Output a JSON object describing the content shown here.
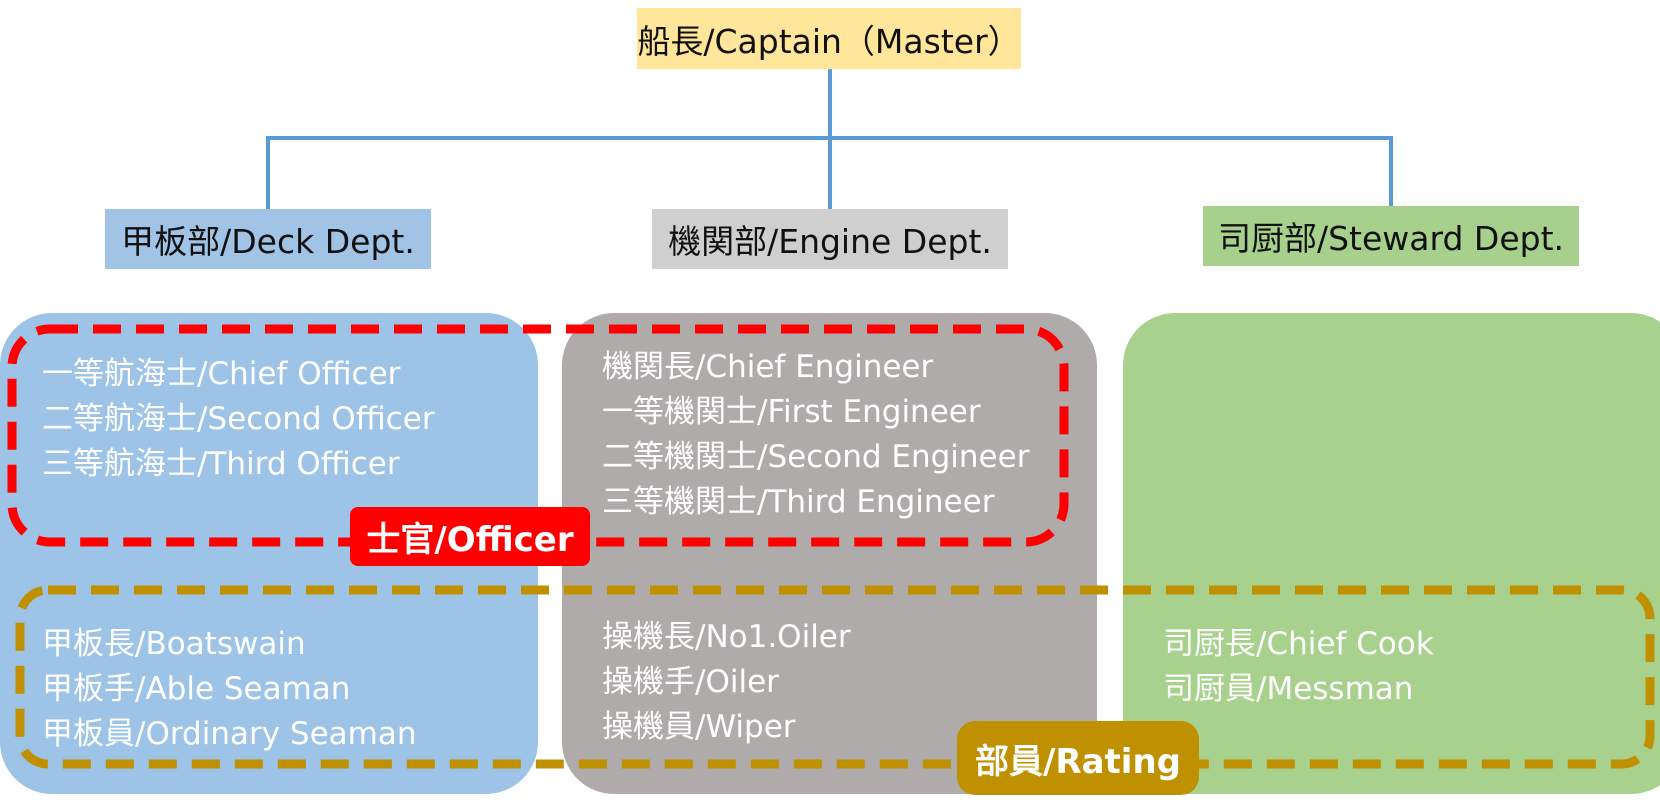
{
  "captain": {
    "label": "船長/Captain（Master）",
    "color": "#ffe69a"
  },
  "departments": {
    "deck": {
      "label": "甲板部/Deck Dept.",
      "color": "#a0c3e6"
    },
    "engine": {
      "label": "機関部/Engine Dept.",
      "color": "#cfcfcf"
    },
    "steward": {
      "label": "司厨部/Steward Dept.",
      "color": "#a8d08d"
    }
  },
  "groups": {
    "officer": {
      "label": "士官/Officer",
      "color": "#ff0000"
    },
    "rating": {
      "label": "部員/Rating",
      "color": "#bf9000"
    }
  },
  "roles": {
    "deck_officers": [
      "一等航海士/Chief Officer",
      "二等航海士/Second Officer",
      "三等航海士/Third Officer"
    ],
    "engine_officers": [
      "機関長/Chief Engineer",
      "一等機関士/First Engineer",
      "二等機関士/Second Engineer",
      "三等機関士/Third Engineer"
    ],
    "deck_ratings": [
      "甲板長/Boatswain",
      "甲板手/Able Seaman",
      "甲板員/Ordinary Seaman"
    ],
    "engine_ratings": [
      "操機長/No1.Oiler",
      "操機手/Oiler",
      "操機員/Wiper"
    ],
    "steward_ratings": [
      "司厨長/Chief Cook",
      "司厨員/Messman"
    ]
  },
  "colors": {
    "connector": "#5b9bd5"
  }
}
